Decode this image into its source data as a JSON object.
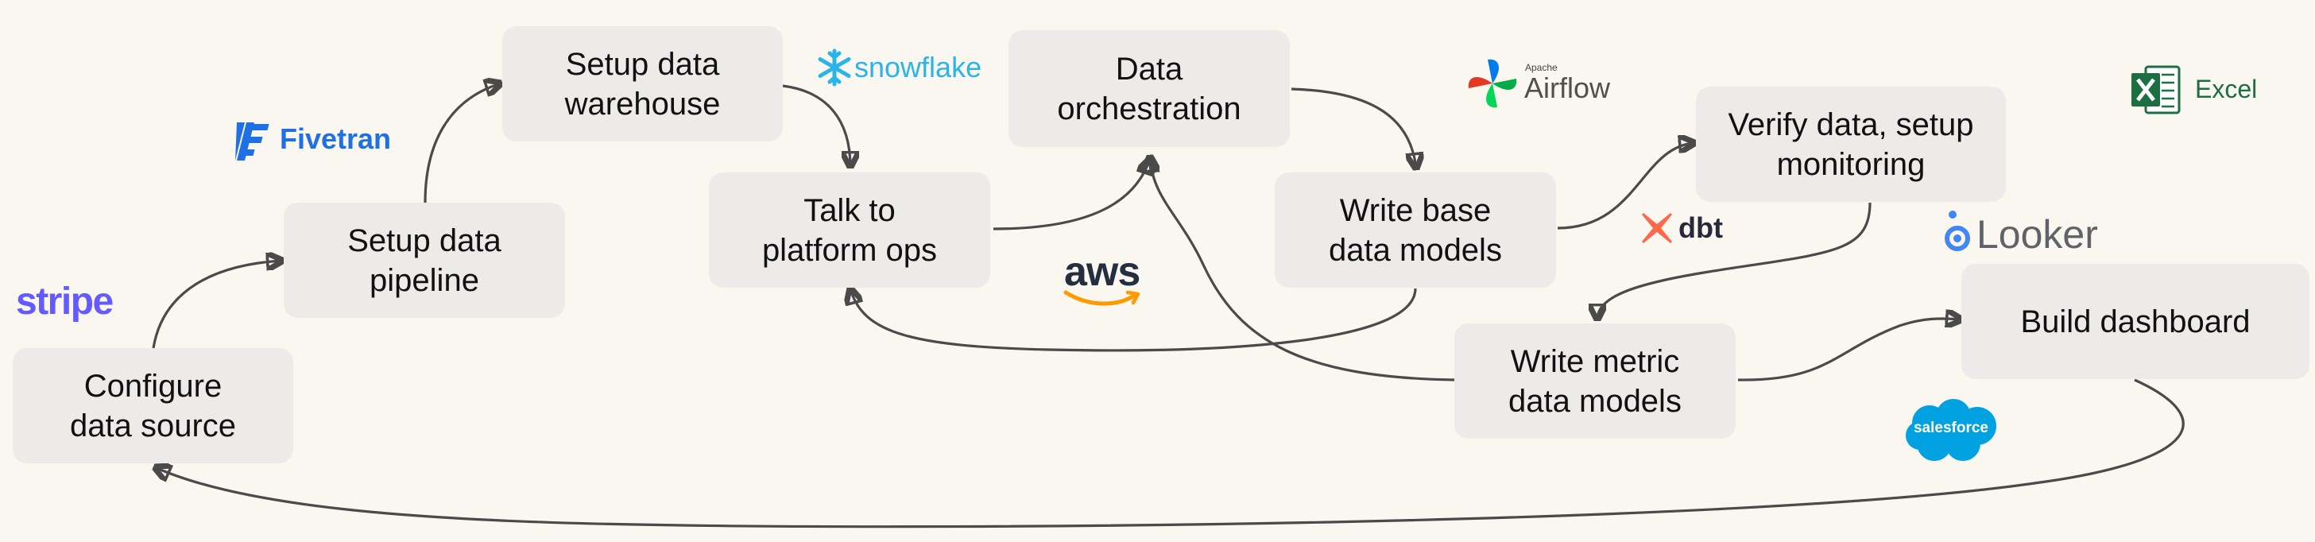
{
  "nodes": {
    "configure": "Configure\ndata source",
    "pipeline": "Setup data\npipeline",
    "warehouse": "Setup data\nwarehouse",
    "platform_ops": "Talk to\nplatform ops",
    "orchestration": "Data\norchestration",
    "base_models": "Write base\ndata models",
    "verify": "Verify data, setup\nmonitoring",
    "metric_models": "Write metric\ndata models",
    "dashboard": "Build dashboard"
  },
  "logos": {
    "stripe": "stripe",
    "fivetran": "Fivetran",
    "snowflake": "snowflake",
    "aws": "aws",
    "airflow_small": "Apache",
    "airflow": "Airflow",
    "dbt": "dbt",
    "excel": "Excel",
    "looker": "Looker",
    "salesforce": "salesforce"
  },
  "colors": {
    "stripe": "#635bff",
    "fivetran": "#1f6fe5",
    "snowflake": "#29b5e8",
    "aws_text": "#232f3e",
    "aws_smile": "#ff9900",
    "dbt": "#ff694a",
    "excel": "#1d6f42",
    "looker": "#4285f4",
    "salesforce": "#00a1e0",
    "arrow": "#4a4a4a",
    "box": "#ecebe9"
  }
}
